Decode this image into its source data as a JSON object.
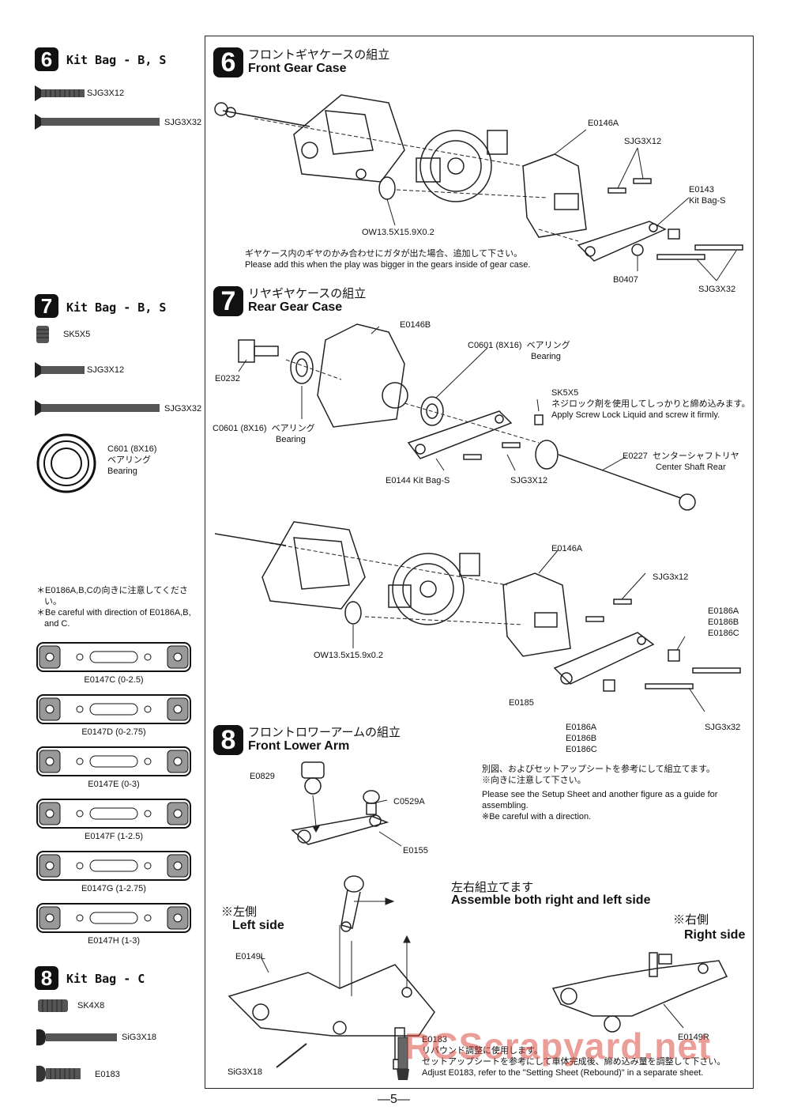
{
  "sidebar": {
    "step6": {
      "num": "6",
      "title": "Kit Bag - B, S",
      "parts": [
        {
          "label": "SJG3X12"
        },
        {
          "label": "SJG3X32"
        }
      ]
    },
    "step7": {
      "num": "7",
      "title": "Kit Bag - B, S",
      "parts": [
        {
          "label": "SK5X5"
        },
        {
          "label": "SJG3X12"
        },
        {
          "label": "SJG3X32"
        }
      ],
      "bearing": {
        "l1": "C601 (8X16)",
        "l2": "ベアリング",
        "l3": "Bearing"
      }
    },
    "note_jp": "＊E0186A,B,Cの向きに注意してくださ",
    "note_jp2": "い。",
    "note_en": "＊Be careful with direction of E0186A,B,",
    "note_en2": "and C.",
    "shims": [
      "E0147C (0-2.5)",
      "E0147D (0-2.75)",
      "E0147E (0-3)",
      "E0147F (1-2.5)",
      "E0147G (1-2.75)",
      "E0147H (1-3)"
    ],
    "step8": {
      "num": "8",
      "title": "Kit Bag - C",
      "parts": [
        {
          "label": "SK4X8"
        },
        {
          "label": "SiG3X18"
        },
        {
          "label": "E0183"
        }
      ]
    }
  },
  "step6": {
    "num": "6",
    "title_jp": "フロントギヤケースの組立",
    "title_en": "Front Gear Case",
    "labels": {
      "e0146a": "E0146A",
      "sjg3x12": "SJG3X12",
      "e0143": "E0143",
      "kitbag": "Kit Bag-S",
      "ow": "OW13.5X15.9X0.2",
      "b0407": "B0407",
      "sjg3x32": "SJG3X32"
    },
    "note_jp": "ギヤケース内のギヤのかみ合わせにガタが出た場合、追加して下さい。",
    "note_en": "Please add this when the play was bigger in the gears inside of gear case."
  },
  "step7": {
    "num": "7",
    "title_jp": "リヤギヤケースの組立",
    "title_en": "Rear Gear Case",
    "labels": {
      "e0146b": "E0146B",
      "c0601a": "C0601 (8X16)",
      "c0601a_jp": "ベアリング",
      "c0601a_en": "Bearing",
      "e0232": "E0232",
      "c0601b": "C0601 (8X16)",
      "c0601b_jp": "ベアリング",
      "c0601b_en": "Bearing",
      "sk5x5": "SK5X5",
      "sk_note_jp": "ネジロック剤を使用してしっかりと締め込みます。",
      "sk_note_en": "Apply Screw Lock Liquid and screw it firmly.",
      "e0227": "E0227",
      "e0227_jp": "センターシャフトリヤ",
      "e0227_en": "Center Shaft Rear",
      "e0144": "E0144 Kit Bag-S",
      "sjg3x12": "SJG3X12"
    }
  },
  "step7b": {
    "labels": {
      "e0146a": "E0146A",
      "sjg3x12": "SJG3x12",
      "e0186abc": [
        "E0186A",
        "E0186B",
        "E0186C"
      ],
      "ow": "OW13.5x15.9x0.2",
      "e0185": "E0185",
      "e0186abc2": [
        "E0186A",
        "E0186B",
        "E0186C"
      ],
      "sjg3x32": "SJG3x32"
    }
  },
  "step8": {
    "num": "8",
    "title_jp": "フロントロワーアームの組立",
    "title_en": "Front Lower Arm",
    "labels": {
      "e0829": "E0829",
      "c0529a": "C0529A",
      "e0155": "E0155",
      "e0149l": "E0149L",
      "sig3x18": "SiG3X18",
      "e0183": "E0183",
      "e0149r": "E0149R"
    },
    "note_jp1": "別図、およびセットアップシートを参考にして組立てます。",
    "note_jp2": "※向きに注意して下さい。",
    "note_en1": "Please see the Setup Sheet and another figure as a guide for",
    "note_en2": "assembling.",
    "note_en3": "※Be careful with a direction.",
    "assemble_jp": "左右組立てます",
    "assemble_en": "Assemble both right and left side",
    "left_jp": "※左側",
    "left_en": "Left side",
    "right_jp": "※右側",
    "right_en": "Right side",
    "rebound_jp1": "リバウンド調整に使用します。",
    "rebound_jp2": "セットアップシートを参考にして車体完成後、締め込み量を調整して下さい。",
    "rebound_en": "Adjust E0183, refer to the \"Setting Sheet (Rebound)\" in a separate sheet."
  },
  "page_number": "—5—",
  "watermark": "RCScrapyard.net"
}
